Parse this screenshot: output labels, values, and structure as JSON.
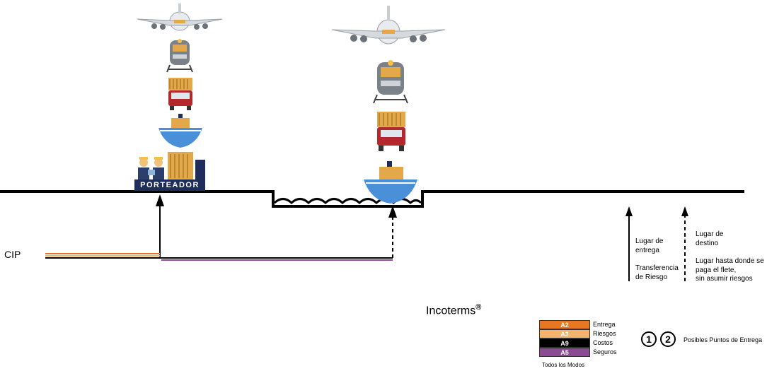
{
  "carrier_label": "PORTEADOR",
  "term": "CIP",
  "brand": {
    "name": "Incoterms",
    "mark": "®"
  },
  "legend_solid": {
    "line1": "Lugar de",
    "line2": "entrega",
    "line3": "Transferencia",
    "line4": "de Riesgo"
  },
  "legend_dashed": {
    "line1": "Lugar de",
    "line2": "destino",
    "line3": "Lugar hasta donde se",
    "line4": "paga el flete,",
    "line5": "sin asumir riesgos"
  },
  "key": [
    {
      "code": "A2",
      "label": "Entrega",
      "color": "#e87722"
    },
    {
      "code": "A3",
      "label": "Riesgos",
      "color": "#f6b36b"
    },
    {
      "code": "A9",
      "label": "Costos",
      "color": "#000000"
    },
    {
      "code": "A5",
      "label": "Seguros",
      "color": "#8b4a93"
    }
  ],
  "modes_label": "Todos los Modos",
  "delivery_points": {
    "one": "1",
    "two": "2",
    "label": "Posibles Puntos de Entrega"
  },
  "colors": {
    "ground": "#000000",
    "container": "#e3a84a",
    "truck": "#b3282d",
    "ship": "#4a90d9",
    "carrier_box": "#1f2d5c"
  }
}
